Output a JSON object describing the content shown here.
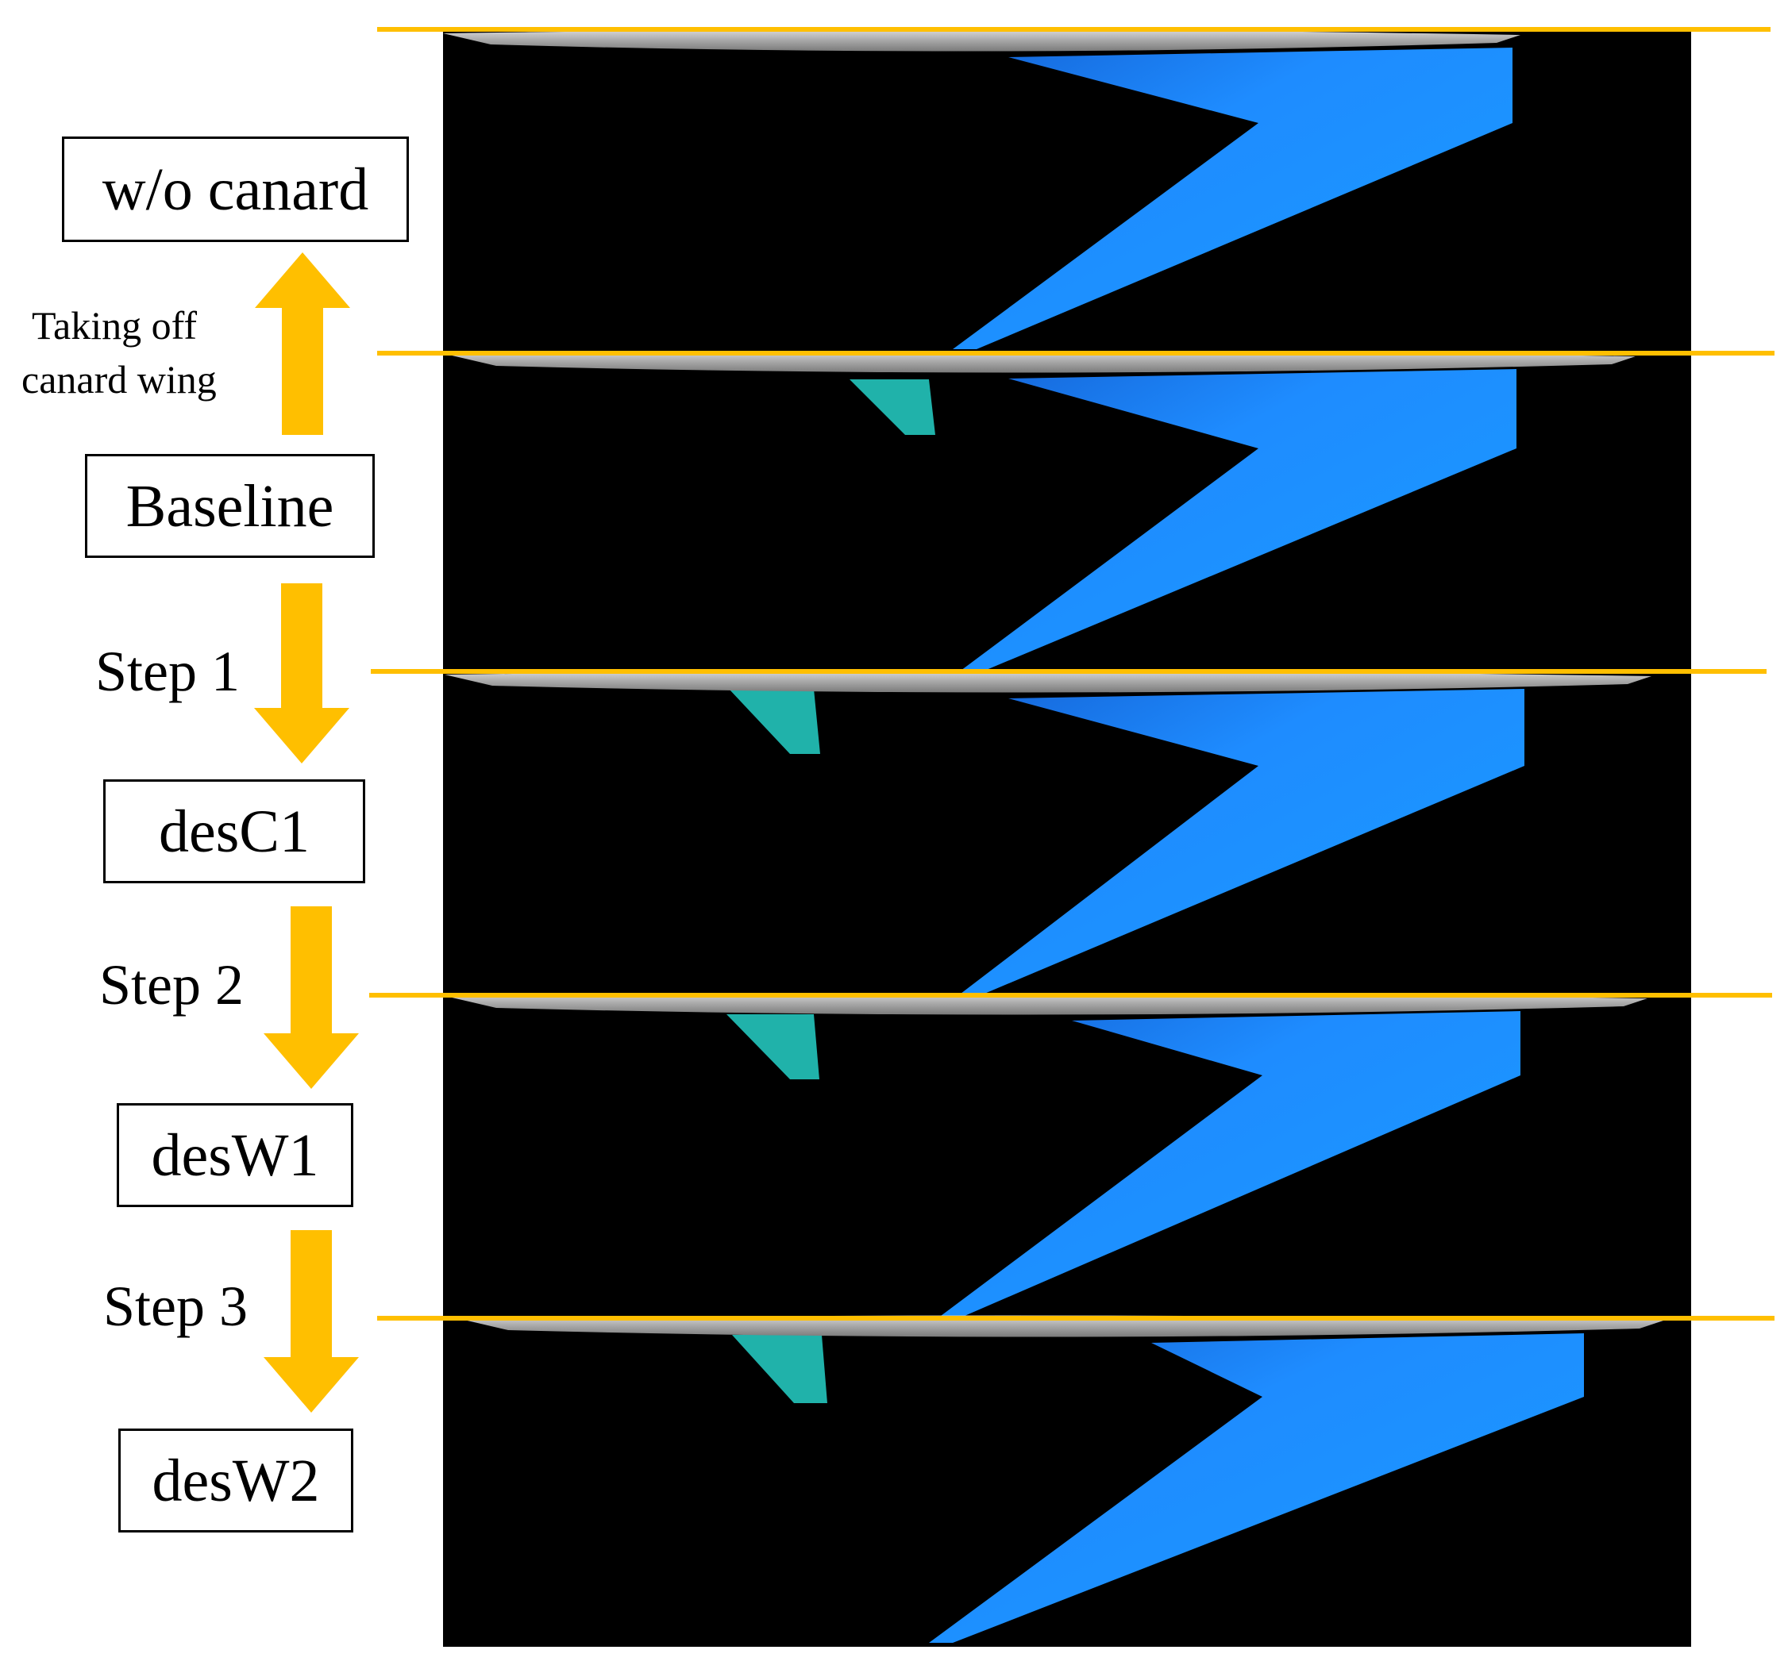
{
  "colors": {
    "accent_arrow": "#FFBF00",
    "background_panel": "#000000",
    "main_wing": "#1E90FF",
    "canard": "#20B2AA",
    "fuselage": "#A9A9A9"
  },
  "configurations": [
    {
      "label": "w/o canard"
    },
    {
      "label": "Baseline"
    },
    {
      "label": "desC1"
    },
    {
      "label": "desW1"
    },
    {
      "label": "desW2"
    }
  ],
  "transitions": [
    {
      "label": "Taking off canard wing",
      "line1": "Taking off",
      "line2": "canard wing",
      "direction": "up"
    },
    {
      "label": "Step 1",
      "direction": "down"
    },
    {
      "label": "Step 2",
      "direction": "down"
    },
    {
      "label": "Step 3",
      "direction": "down"
    }
  ]
}
